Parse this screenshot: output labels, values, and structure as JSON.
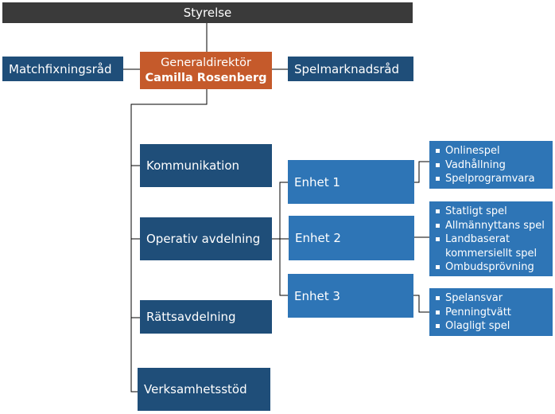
{
  "board": "Styrelse",
  "director": {
    "title": "Generaldirektör",
    "name": "Camilla Rosenberg"
  },
  "councils": {
    "left": "Matchfixningsråd",
    "right": "Spelmarknadsråd"
  },
  "departments": [
    "Kommunikation",
    "Operativ avdelning",
    "Rättsavdelning",
    "Verksamhetsstöd"
  ],
  "units": [
    "Enhet 1",
    "Enhet 2",
    "Enhet 3"
  ],
  "unit_tasks": [
    [
      "Onlinespel",
      "Vadhållning",
      "Spelprogramvara"
    ],
    [
      "Statligt spel",
      "Allmännyttans spel",
      "Landbaserat kommersiellt spel",
      "Ombudsprövning"
    ],
    [
      "Spelansvar",
      "Penningtvätt",
      "Olagligt spel"
    ]
  ],
  "colors": {
    "dark": "#1f4e79",
    "mid": "#2e75b6",
    "orange": "#c55a2b",
    "board": "#3a3a3a",
    "line": "#000000"
  }
}
